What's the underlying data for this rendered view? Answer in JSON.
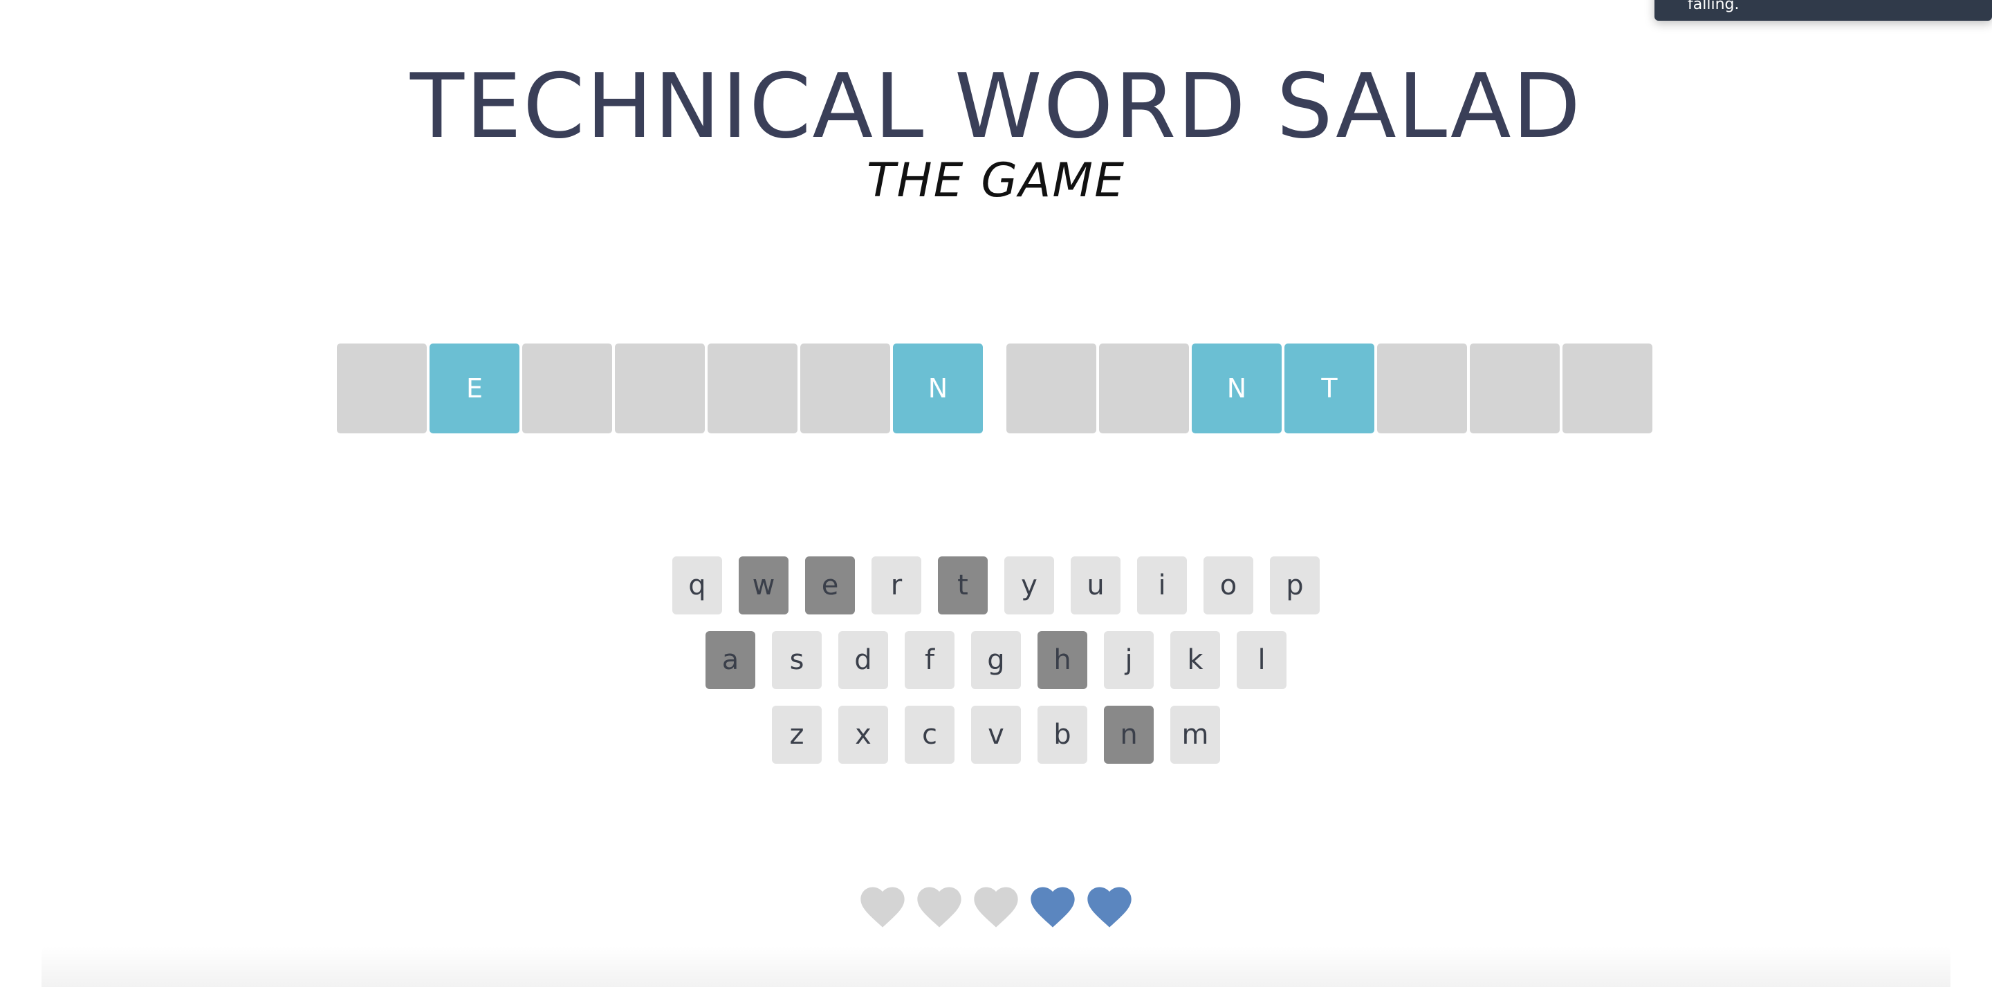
{
  "toast": {
    "text": "falling."
  },
  "header": {
    "title": "TECHNICAL WORD SALAD",
    "subtitle": "THE GAME"
  },
  "board": {
    "words": [
      {
        "tiles": [
          "",
          "E",
          "",
          "",
          "",
          "",
          "N"
        ]
      },
      {
        "tiles": [
          "",
          "",
          "N",
          "T",
          "",
          "",
          ""
        ]
      }
    ]
  },
  "keyboard": {
    "rows": [
      [
        {
          "label": "q",
          "used": false
        },
        {
          "label": "w",
          "used": true
        },
        {
          "label": "e",
          "used": true
        },
        {
          "label": "r",
          "used": false
        },
        {
          "label": "t",
          "used": true
        },
        {
          "label": "y",
          "used": false
        },
        {
          "label": "u",
          "used": false
        },
        {
          "label": "i",
          "used": false
        },
        {
          "label": "o",
          "used": false
        },
        {
          "label": "p",
          "used": false
        }
      ],
      [
        {
          "label": "a",
          "used": true
        },
        {
          "label": "s",
          "used": false
        },
        {
          "label": "d",
          "used": false
        },
        {
          "label": "f",
          "used": false
        },
        {
          "label": "g",
          "used": false
        },
        {
          "label": "h",
          "used": true
        },
        {
          "label": "j",
          "used": false
        },
        {
          "label": "k",
          "used": false
        },
        {
          "label": "l",
          "used": false
        }
      ],
      [
        {
          "label": "z",
          "used": false
        },
        {
          "label": "x",
          "used": false
        },
        {
          "label": "c",
          "used": false
        },
        {
          "label": "v",
          "used": false
        },
        {
          "label": "b",
          "used": false
        },
        {
          "label": "n",
          "used": true
        },
        {
          "label": "m",
          "used": false
        }
      ]
    ]
  },
  "lives": {
    "total": 5,
    "remaining": 2,
    "lost_color": "#d4d4d4",
    "remaining_color": "#5b86bf"
  },
  "colors": {
    "title": "#3a3f58",
    "tile_hidden": "#d4d4d4",
    "tile_revealed": "#6bbfd3",
    "key_default": "#e3e3e3",
    "key_used": "#898989",
    "toast_bg": "#303a4a"
  }
}
